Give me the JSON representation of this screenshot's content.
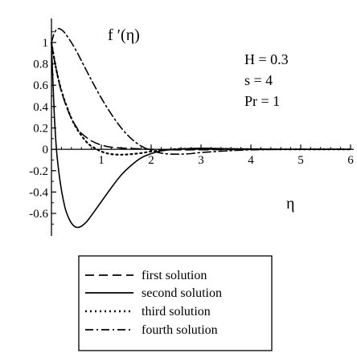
{
  "chart_data": {
    "type": "line",
    "title": "",
    "ylabel": "f ′(η)",
    "xlabel": "η",
    "xlim": [
      0,
      6
    ],
    "ylim": [
      -0.75,
      1.15
    ],
    "x_ticks": [
      "1",
      "2",
      "3",
      "4",
      "5",
      "6"
    ],
    "y_ticks": [
      "1",
      "0.8",
      "0.6",
      "0.4",
      "0.2",
      "0",
      "-0.2",
      "-0.4",
      "-0.6"
    ],
    "grid": false,
    "legend_position": "bottom-center",
    "annotations": [
      "H = 0.3",
      "s = 4",
      "Pr = 1"
    ],
    "series": [
      {
        "name": "first solution",
        "style": "dashed",
        "x": [
          0,
          0.05,
          0.1,
          0.15,
          0.2,
          0.3,
          0.4,
          0.5,
          0.6,
          0.8,
          1.0,
          1.2,
          1.5,
          2.0,
          2.5,
          3,
          4,
          5,
          6
        ],
        "y": [
          1.0,
          0.86,
          0.74,
          0.63,
          0.54,
          0.4,
          0.29,
          0.21,
          0.15,
          0.08,
          0.04,
          0.02,
          0.01,
          0.0,
          -0.005,
          -0.004,
          -0.001,
          0,
          0
        ]
      },
      {
        "name": "second solution",
        "style": "solid",
        "x": [
          0,
          0.03,
          0.06,
          0.1,
          0.15,
          0.2,
          0.25,
          0.3,
          0.4,
          0.5,
          0.6,
          0.7,
          0.8,
          1.0,
          1.2,
          1.4,
          1.6,
          1.8,
          2.0,
          2.2,
          2.5,
          3.0,
          3.5,
          4.0,
          5.0,
          6.0
        ],
        "y": [
          1.0,
          0.62,
          0.3,
          0.0,
          -0.22,
          -0.38,
          -0.5,
          -0.59,
          -0.69,
          -0.73,
          -0.72,
          -0.68,
          -0.62,
          -0.49,
          -0.36,
          -0.24,
          -0.15,
          -0.08,
          -0.04,
          -0.015,
          0.0,
          0.01,
          0.006,
          0.003,
          0.0,
          0.0
        ]
      },
      {
        "name": "third solution",
        "style": "dotted",
        "x": [
          0,
          0.1,
          0.2,
          0.3,
          0.4,
          0.5,
          0.6,
          0.7,
          0.8,
          1.0,
          1.2,
          1.4,
          1.6,
          1.8,
          2.0,
          2.3,
          2.6,
          3,
          4,
          5,
          6
        ],
        "y": [
          1.0,
          0.74,
          0.55,
          0.41,
          0.29,
          0.2,
          0.13,
          0.07,
          0.03,
          -0.02,
          -0.045,
          -0.05,
          -0.045,
          -0.035,
          -0.02,
          -0.005,
          0.005,
          0.004,
          0.001,
          0,
          0
        ]
      },
      {
        "name": "fourth solution",
        "style": "dashdot",
        "x": [
          0,
          0.05,
          0.1,
          0.15,
          0.2,
          0.25,
          0.3,
          0.4,
          0.5,
          0.6,
          0.8,
          1.0,
          1.2,
          1.4,
          1.6,
          1.8,
          2.0,
          2.2,
          2.4,
          2.6,
          2.8,
          3.0,
          3.5,
          4.0,
          5.0,
          6.0
        ],
        "y": [
          1.0,
          1.08,
          1.12,
          1.13,
          1.12,
          1.1,
          1.07,
          1.0,
          0.92,
          0.83,
          0.65,
          0.48,
          0.33,
          0.2,
          0.1,
          0.03,
          -0.01,
          -0.035,
          -0.045,
          -0.045,
          -0.04,
          -0.03,
          -0.015,
          -0.005,
          0.0,
          0.0
        ]
      }
    ]
  }
}
